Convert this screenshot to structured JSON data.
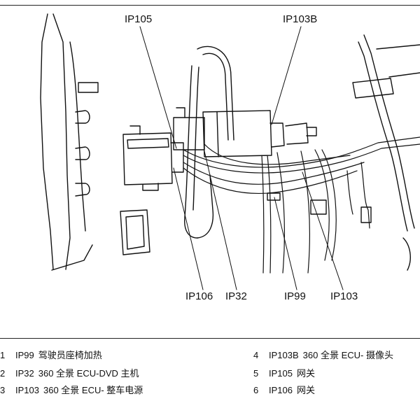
{
  "callouts": {
    "ip105": "IP105",
    "ip103b": "IP103B",
    "ip106": "IP106",
    "ip32": "IP32",
    "ip99": "IP99",
    "ip103": "IP103"
  },
  "legend": [
    {
      "num": "1",
      "code": "IP99",
      "desc": "驾驶员座椅加热"
    },
    {
      "num": "2",
      "code": "IP32",
      "desc": "360 全景 ECU-DVD 主机"
    },
    {
      "num": "3",
      "code": "IP103",
      "desc": "360 全景 ECU- 整车电源"
    },
    {
      "num": "4",
      "code": "IP103B",
      "desc": "360 全景 ECU- 摄像头"
    },
    {
      "num": "5",
      "code": "IP105",
      "desc": "网关"
    },
    {
      "num": "6",
      "code": "IP106",
      "desc": "网关"
    }
  ]
}
